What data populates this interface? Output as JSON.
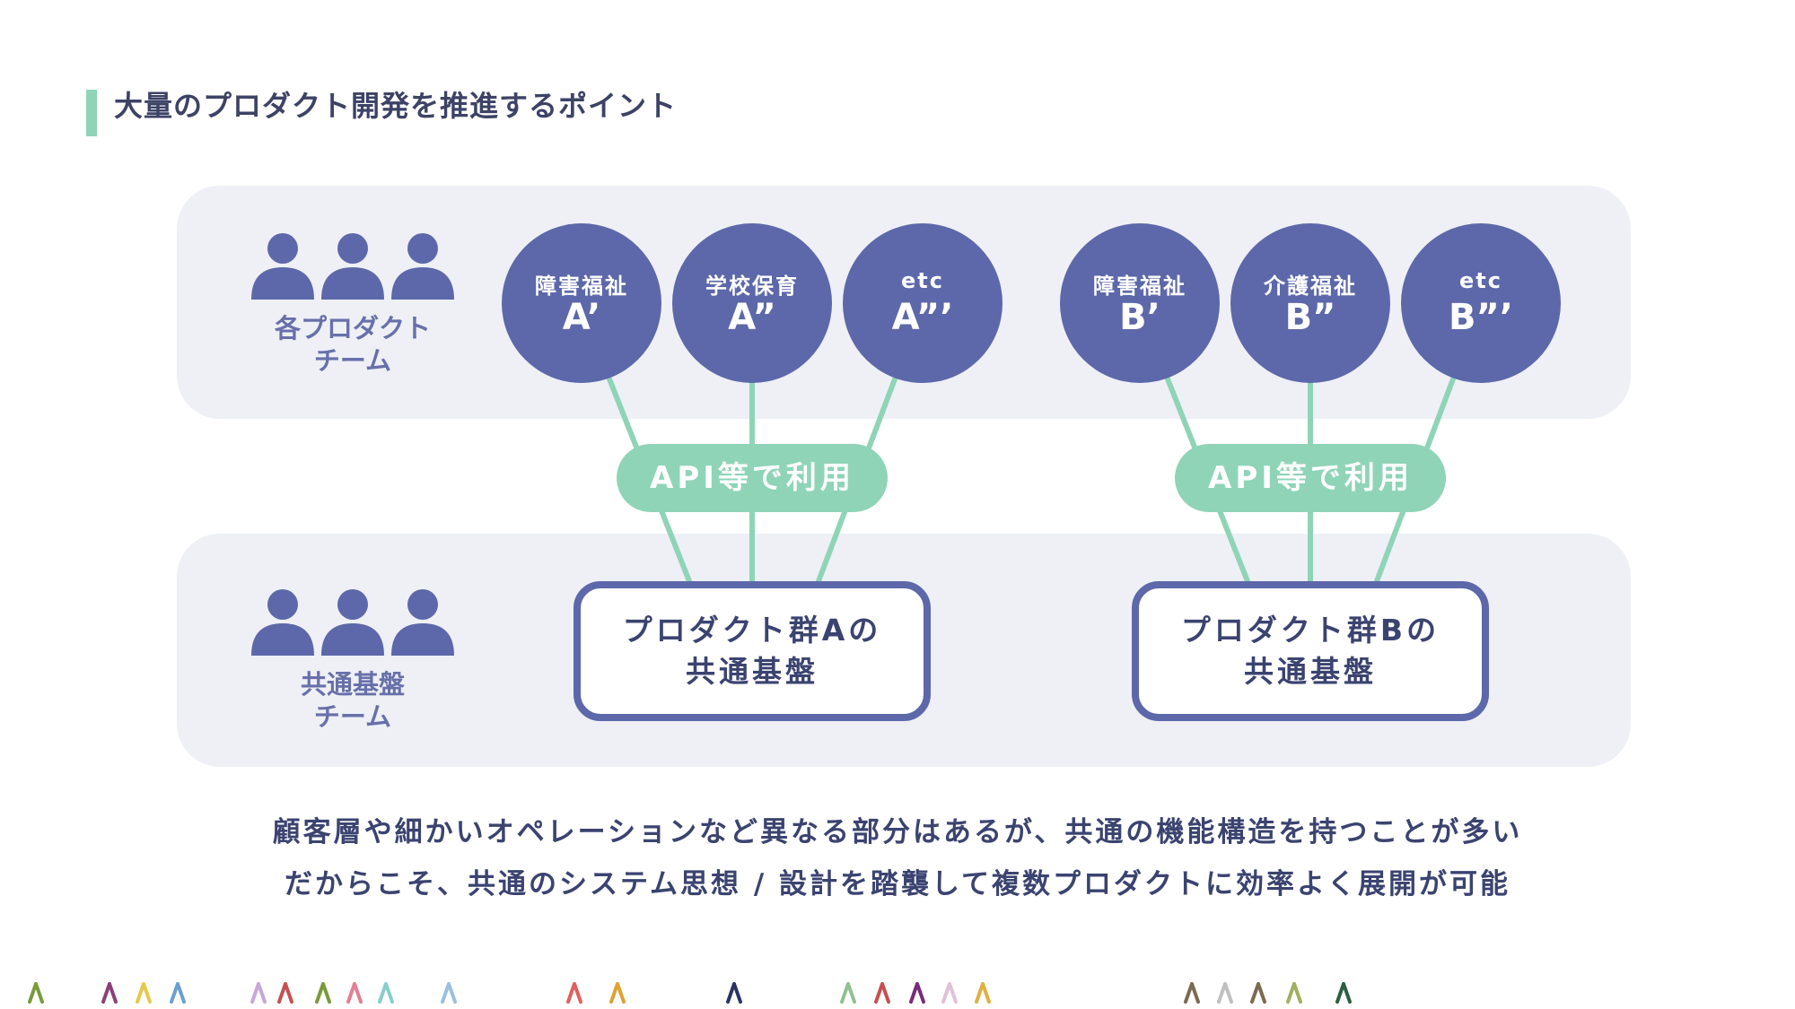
{
  "title": "大量のプロダクト開発を推進するポイント",
  "teams": {
    "product": {
      "line1": "各プロダクト",
      "line2": "チーム"
    },
    "platform": {
      "line1": "共通基盤",
      "line2": "チーム"
    }
  },
  "products": [
    {
      "small": "障害福祉",
      "big": "A’"
    },
    {
      "small": "学校保育",
      "big": "A”"
    },
    {
      "small": "etc",
      "big": "A”’"
    },
    {
      "small": "障害福祉",
      "big": "B’"
    },
    {
      "small": "介護福祉",
      "big": "B”"
    },
    {
      "small": "etc",
      "big": "B”’"
    }
  ],
  "connectors": [
    {
      "label": "API等で利用"
    },
    {
      "label": "API等で利用"
    }
  ],
  "platforms": [
    {
      "line1": "プロダクト群Aの",
      "line2": "共通基盤"
    },
    {
      "line1": "プロダクト群Bの",
      "line2": "共通基盤"
    }
  ],
  "captions": {
    "line1": "顧客層や細かいオペレーションなど異なる部分はあるが、共通の機能構造を持つことが多い",
    "line2": "だからこそ、共通のシステム思想 / 設計を踏襲して複数プロダクトに効率よく展開が可能"
  },
  "colors": {
    "accent_green": "#8fd4b7",
    "circle_indigo": "#5d68aa",
    "band_gray": "#eef0f6",
    "text_navy": "#3b4370",
    "team_label": "#6870aa"
  },
  "icons": [
    "people-group-icon",
    "mascot-icon"
  ]
}
